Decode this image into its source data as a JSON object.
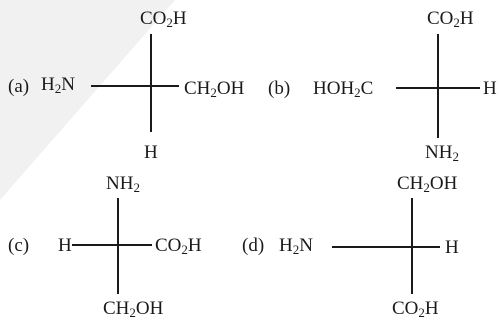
{
  "options": [
    {
      "label": "(a)",
      "top": [
        "CO",
        "2",
        "H"
      ],
      "left": [
        "H",
        "2",
        "N"
      ],
      "right": [
        "CH",
        "2",
        "OH"
      ],
      "bottom": [
        "H"
      ]
    },
    {
      "label": "(b)",
      "top": [
        "CO",
        "2",
        "H"
      ],
      "left": [
        "HOH",
        "2",
        "C"
      ],
      "right": [
        "H"
      ],
      "bottom": [
        "NH",
        "2",
        ""
      ]
    },
    {
      "label": "(c)",
      "top": [
        "NH",
        "2",
        ""
      ],
      "left": [
        "H"
      ],
      "right": [
        "CO",
        "2",
        "H"
      ],
      "bottom": [
        "CH",
        "2",
        "OH"
      ]
    },
    {
      "label": "(d)",
      "top": [
        "CH",
        "2",
        "OH"
      ],
      "left": [
        "H",
        "2",
        "N"
      ],
      "right": [
        "H"
      ],
      "bottom": [
        "CO",
        "2",
        "H"
      ]
    }
  ]
}
